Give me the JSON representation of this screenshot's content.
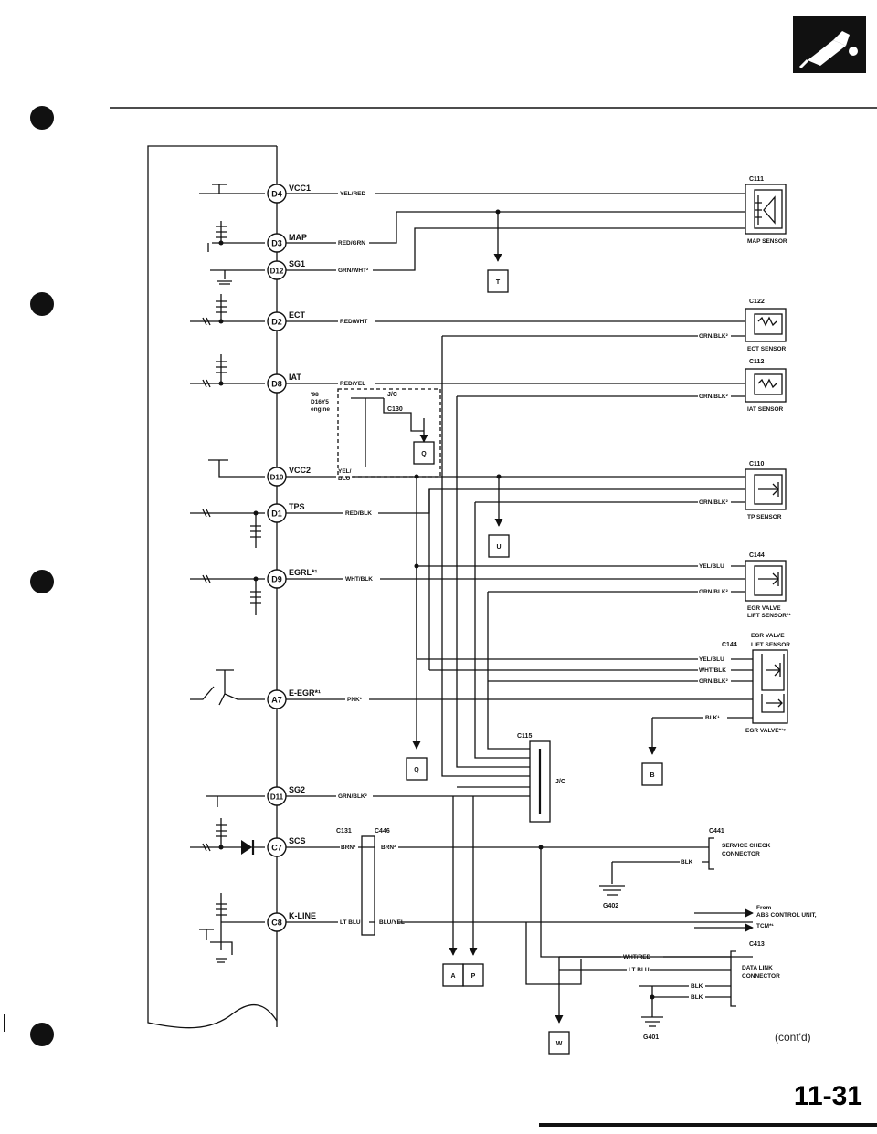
{
  "page": {
    "number": "11-31",
    "continued": "(cont'd)"
  },
  "ecm_pins": [
    {
      "pin": "D4",
      "signal": "VCC1"
    },
    {
      "pin": "D3",
      "signal": "MAP"
    },
    {
      "pin": "D12",
      "signal": "SG1"
    },
    {
      "pin": "D2",
      "signal": "ECT"
    },
    {
      "pin": "D8",
      "signal": "IAT"
    },
    {
      "pin": "D10",
      "signal": "VCC2"
    },
    {
      "pin": "D1",
      "signal": "TPS"
    },
    {
      "pin": "D9",
      "signal": "EGRL*¹"
    },
    {
      "pin": "A7",
      "signal": "E-EGR*¹"
    },
    {
      "pin": "D11",
      "signal": "SG2"
    },
    {
      "pin": "C7",
      "signal": "SCS"
    },
    {
      "pin": "C8",
      "signal": "K-LINE"
    }
  ],
  "wires": {
    "vcc1": "YEL/RED",
    "map": "RED/GRN",
    "sg1": "GRN/WHT²",
    "ect": "RED/WHT",
    "iat": "RED/YEL",
    "vcc2_a": "YEL/",
    "vcc2_b": "BLU",
    "tps": "RED/BLK",
    "egrl": "WHT/BLK",
    "eegr": "PNK¹",
    "sg2": "GRN/BLK²",
    "scs_a": "BRN²",
    "scs_b": "BRN²",
    "kline_a": "LT BLU",
    "kline_b": "BLU/YEL",
    "ect_gnd": "GRN/BLK²",
    "iat_gnd": "GRN/BLK²",
    "tp_gnd": "GRN/BLK²",
    "lift_vcc": "YEL/BLU",
    "lift_gnd": "GRN/BLK²",
    "c144_vcc": "YEL/BLU",
    "c144_sig": "WHT/BLK",
    "c144_gnd": "GRN/BLK²",
    "egr_blk": "BLK¹",
    "svc_blk": "BLK",
    "dlc_a": "WHT/RED",
    "dlc_b": "LT BLU",
    "dlc_blk1": "BLK",
    "dlc_blk2": "BLK"
  },
  "connectors": {
    "c111": "C111",
    "c122": "C122",
    "c112": "C112",
    "c110": "C110",
    "c144a": "C144",
    "c144b": "C144",
    "c115": "C115",
    "c131": "C131",
    "c446": "C446",
    "c441": "C441",
    "c413": "C413",
    "jc": "J/C",
    "jc130": "J/C",
    "c130": "C130"
  },
  "sensors": {
    "map": "MAP SENSOR",
    "ect": "ECT SENSOR",
    "iat": "IAT SENSOR",
    "tp": "TP SENSOR",
    "egr_lift_1": "EGR VALVE",
    "egr_lift_2": "LIFT SENSOR*¹",
    "egr_lift_top1": "EGR VALVE",
    "egr_lift_top2": "LIFT SENSOR",
    "egr_valve": "EGR VALVE*¹ᵒ",
    "scc_1": "SERVICE CHECK",
    "scc_2": "CONNECTOR",
    "dlc_1": "DATA LINK",
    "dlc_2": "CONNECTOR",
    "abs_1": "From",
    "abs_2": "ABS CONTROL UNIT,",
    "abs_3": "TCM*¹"
  },
  "grounds": {
    "g402": "G402",
    "g401": "G401"
  },
  "references": [
    "T",
    "Q",
    "U",
    "Q",
    "B",
    "A",
    "P",
    "W"
  ],
  "engine_note": [
    "'98",
    "D16Y5",
    "engine"
  ]
}
